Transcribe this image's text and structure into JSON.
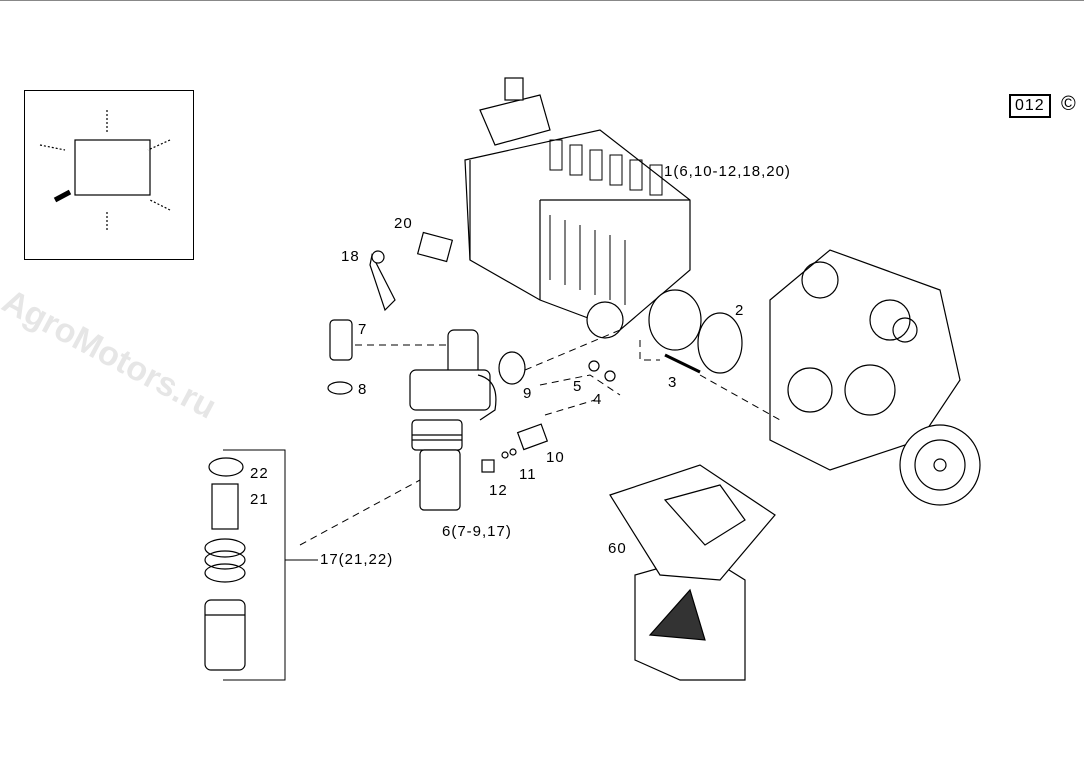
{
  "watermark": "AgroMotors.ru",
  "page_code": "012",
  "copyright_symbol": "©",
  "callouts": {
    "c1": "1(6,10-12,18,20)",
    "c2": "2",
    "c3": "3",
    "c4": "4",
    "c5": "5",
    "c6": "6(7-9,17)",
    "c7": "7",
    "c8": "8",
    "c9": "9",
    "c10": "10",
    "c11": "11",
    "c12": "12",
    "c17": "17(21,22)",
    "c18": "18",
    "c20": "20",
    "c21": "21",
    "c22": "22",
    "c60": "60"
  }
}
